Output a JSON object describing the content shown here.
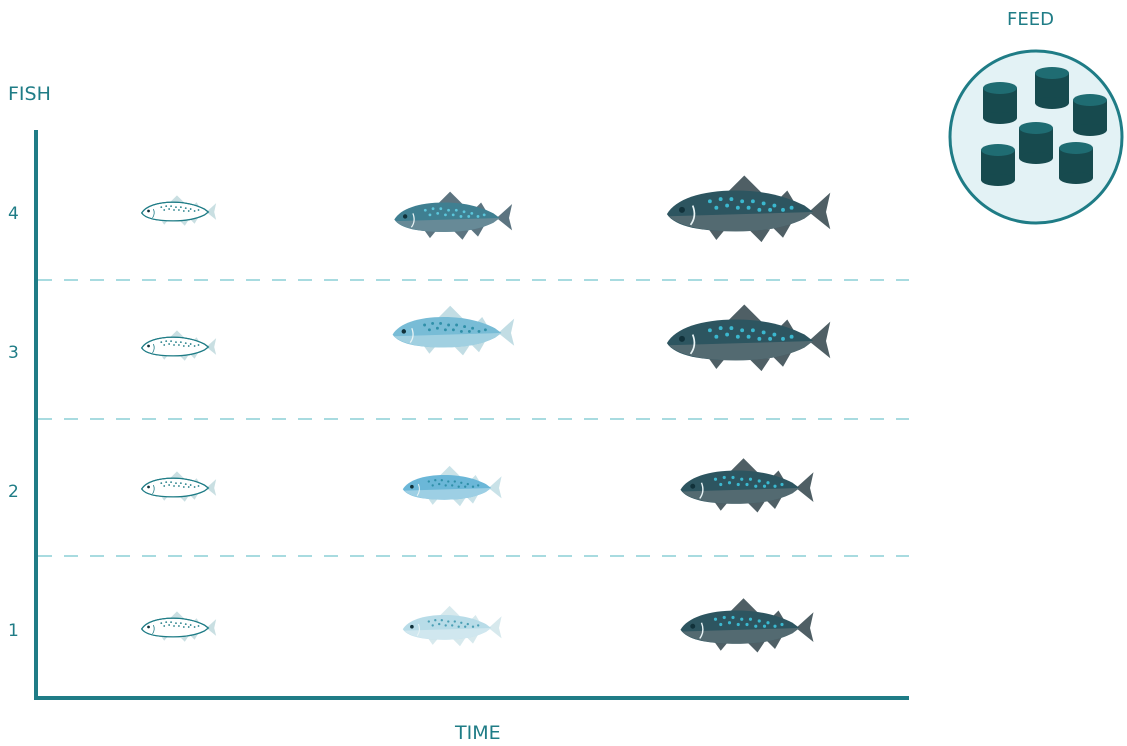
{
  "y_axis_label": "FISH",
  "x_axis_label": "TIME",
  "feed_label": "FEED",
  "rows": [
    {
      "label": "4",
      "fish": [
        {
          "stage": "small",
          "fill": "#ffffff",
          "stroke": "#1f7c86",
          "belly": "#ffffff",
          "fin": "#c9dfe2",
          "spot": "#1f7c86",
          "scale": 0.98
        },
        {
          "stage": "medium",
          "fill": "#3f7f91",
          "belly": "#6e8c98",
          "fin": "#5c7480",
          "spot": "#5cc7dc",
          "scale": 1.55
        },
        {
          "stage": "large",
          "fill": "#2d5560",
          "belly": "#5b6e74",
          "fin": "#4f5f65",
          "spot": "#3bb8cf",
          "scale": 2.15
        }
      ]
    },
    {
      "label": "3",
      "fish": [
        {
          "stage": "small",
          "fill": "#ffffff",
          "stroke": "#1f7c86",
          "belly": "#ffffff",
          "fin": "#c9dfe2",
          "spot": "#1f7c86",
          "scale": 0.98
        },
        {
          "stage": "medium",
          "fill": "#78bcd6",
          "belly": "#a8d3e3",
          "fin": "#c2dde4",
          "spot": "#2f8fa8",
          "scale": 1.6
        },
        {
          "stage": "large",
          "fill": "#2d5560",
          "belly": "#5b6e74",
          "fin": "#4f5f65",
          "spot": "#3bb8cf",
          "scale": 2.15
        }
      ]
    },
    {
      "label": "2",
      "fish": [
        {
          "stage": "small",
          "fill": "#ffffff",
          "stroke": "#1f7c86",
          "belly": "#ffffff",
          "fin": "#c9dfe2",
          "spot": "#1f7c86",
          "scale": 0.98
        },
        {
          "stage": "medium",
          "fill": "#6bb7d8",
          "belly": "#a6d4e6",
          "fin": "#c9e2e8",
          "spot": "#2f8fa8",
          "scale": 1.3
        },
        {
          "stage": "large",
          "fill": "#2d5560",
          "belly": "#5b6e74",
          "fin": "#4f5f65",
          "spot": "#3bb8cf",
          "scale": 1.75
        }
      ]
    },
    {
      "label": "1",
      "fish": [
        {
          "stage": "small",
          "fill": "#ffffff",
          "stroke": "#1f7c86",
          "belly": "#ffffff",
          "fin": "#c9dfe2",
          "spot": "#1f7c86",
          "scale": 0.98
        },
        {
          "stage": "medium",
          "fill": "#b8dce8",
          "belly": "#d3e9f0",
          "fin": "#d7e9ed",
          "spot": "#4b9fb4",
          "scale": 1.3
        },
        {
          "stage": "large",
          "fill": "#2d5560",
          "belly": "#5b6e74",
          "fin": "#4f5f65",
          "spot": "#3bb8cf",
          "scale": 1.75
        }
      ]
    }
  ],
  "colors": {
    "axis": "#1f7c86",
    "divider": "#8ccfd6",
    "feed_circle_fill": "#e3f2f5",
    "feed_circle_stroke": "#1f7c86",
    "pellet_side": "#174a4e",
    "pellet_top": "#1f6c72"
  },
  "feed_pellet_count": 6
}
